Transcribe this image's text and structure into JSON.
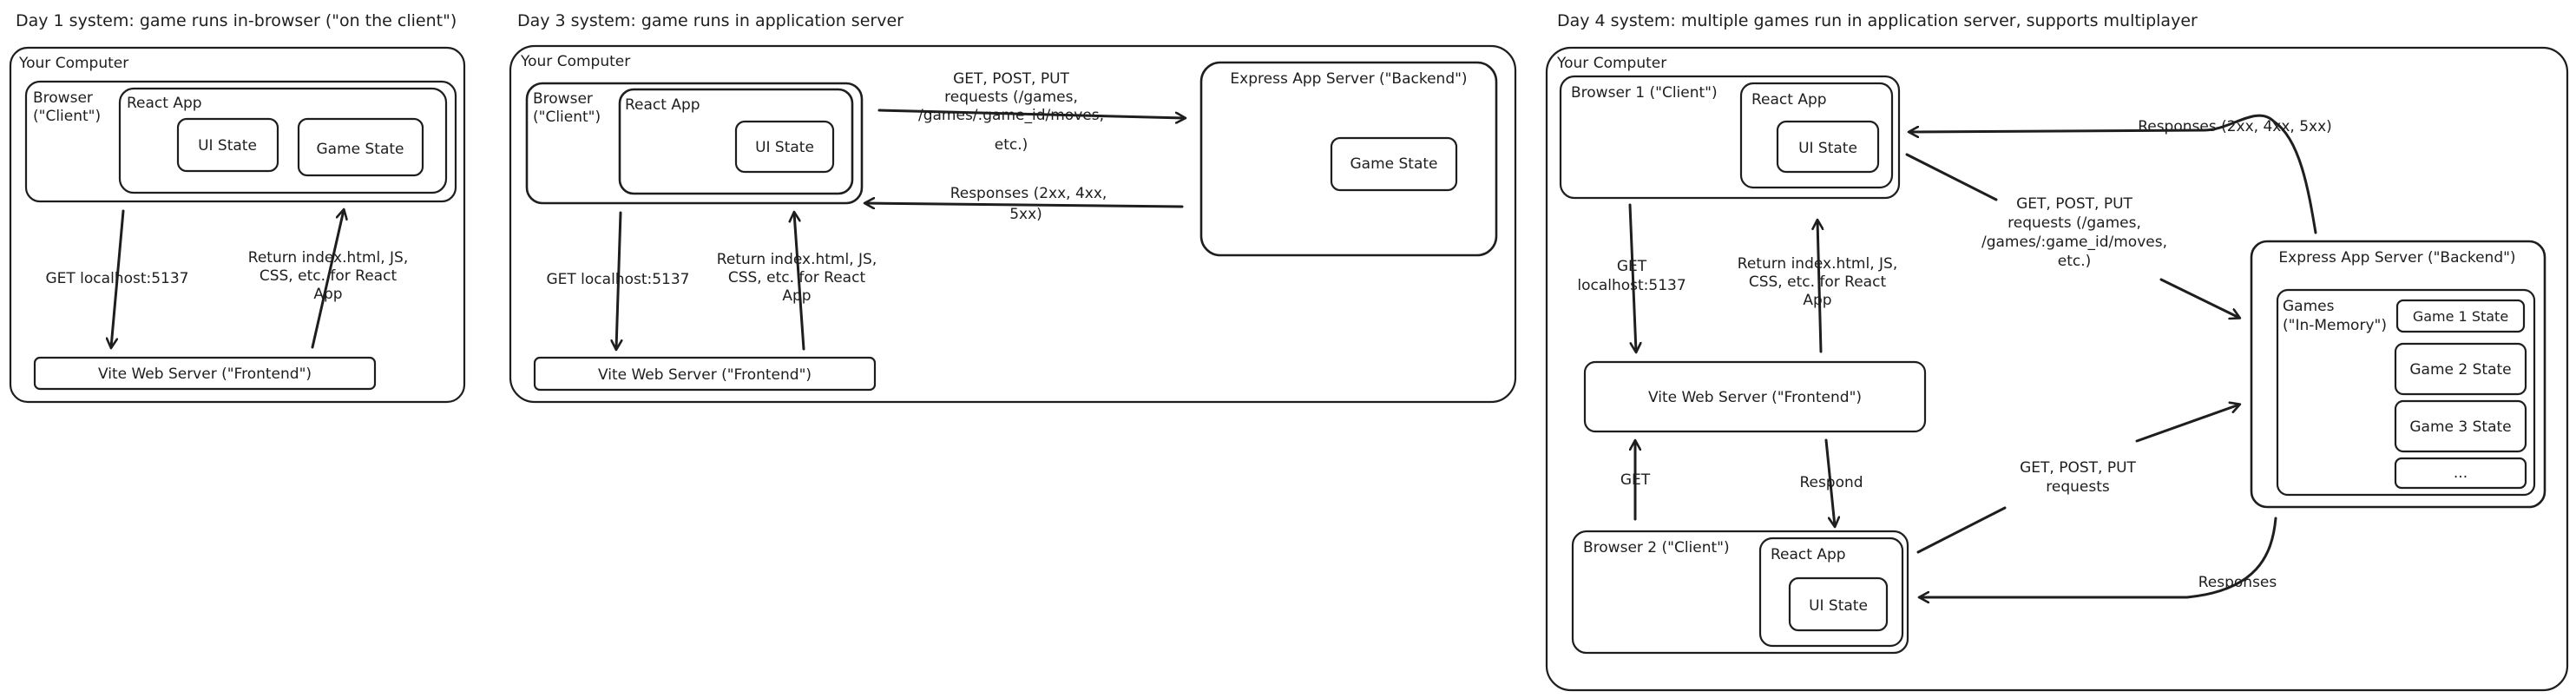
{
  "day1": {
    "title": "Day 1 system: game runs in-browser (\"on the client\")",
    "computer_label": "Your Computer",
    "browser_label": [
      "Browser",
      "(\"Client\")"
    ],
    "react_label": "React App",
    "ui_state": "UI State",
    "game_state": "Game State",
    "get_label": "GET localhost:5137",
    "return_label": [
      "Return index.html, JS,",
      "CSS, etc. for React",
      "App"
    ],
    "vite_label": "Vite Web Server (\"Frontend\")"
  },
  "day3": {
    "title": "Day 3 system: game runs in application server",
    "computer_label": "Your Computer",
    "browser_label": [
      "Browser",
      "(\"Client\")"
    ],
    "react_label": "React App",
    "ui_state": "UI State",
    "requests_label": [
      "GET, POST, PUT",
      "requests (/games,",
      "/games/:game_id/moves,",
      "etc.)"
    ],
    "responses_label": [
      "Responses (2xx, 4xx,",
      "5xx)"
    ],
    "express_label": "Express App Server (\"Backend\")",
    "game_state": "Game State",
    "get_label": "GET localhost:5137",
    "return_label": [
      "Return index.html, JS,",
      "CSS, etc. for React",
      "App"
    ],
    "vite_label": "Vite Web Server (\"Frontend\")"
  },
  "day4": {
    "title": "Day 4 system: multiple games run in application server, supports multiplayer",
    "computer_label": "Your Computer",
    "browser1_label": "Browser 1 (\"Client\")",
    "react_label": "React App",
    "ui_state": "UI State",
    "responses_top": "Responses (2xx, 4xx, 5xx)",
    "requests_label": [
      "GET, POST, PUT",
      "requests (/games,",
      "/games/:game_id/moves,",
      "etc.)"
    ],
    "get_label": [
      "GET",
      "localhost:5137"
    ],
    "return_label": [
      "Return index.html, JS,",
      "CSS, etc. for React",
      "App"
    ],
    "vite_label": "Vite Web Server (\"Frontend\")",
    "get_short": "GET",
    "respond": "Respond",
    "requests2_label": [
      "GET, POST, PUT",
      "requests"
    ],
    "responses_bottom": "Responses",
    "browser2_label": "Browser 2 (\"Client\")",
    "express_label": "Express App Server (\"Backend\")",
    "games_label": [
      "Games",
      "(\"In-Memory\")"
    ],
    "game1": "Game 1 State",
    "game2": "Game 2 State",
    "game3": "Game 3 State",
    "more": "..."
  }
}
